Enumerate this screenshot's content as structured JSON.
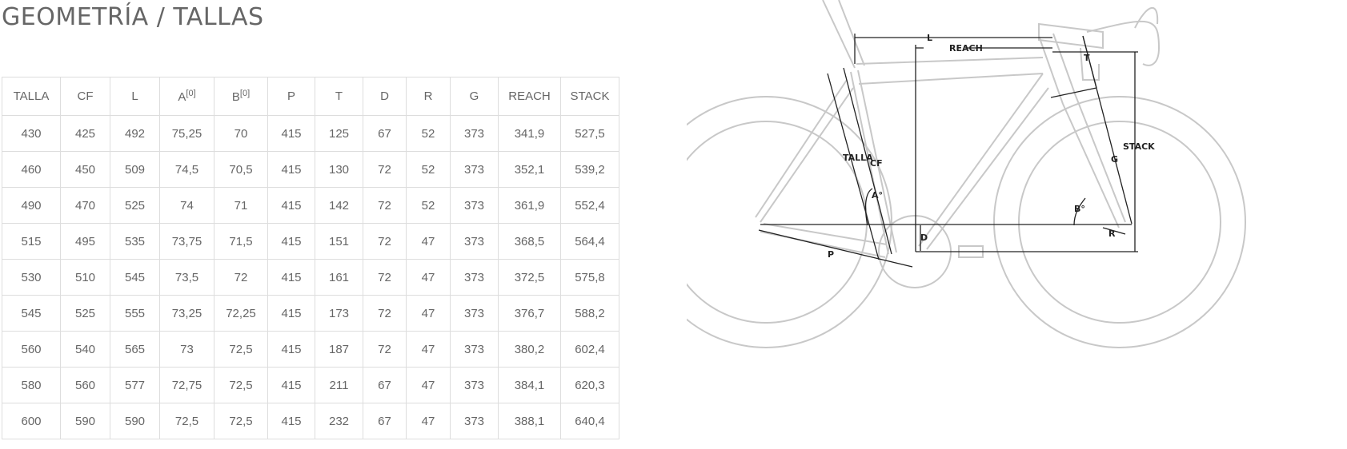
{
  "page": {
    "title": "GEOMETRÍA / TALLAS"
  },
  "table": {
    "headers": [
      {
        "label": "TALLA",
        "sup": ""
      },
      {
        "label": "CF",
        "sup": ""
      },
      {
        "label": "L",
        "sup": ""
      },
      {
        "label": "A",
        "sup": "[0]"
      },
      {
        "label": "B",
        "sup": "[0]"
      },
      {
        "label": "P",
        "sup": ""
      },
      {
        "label": "T",
        "sup": ""
      },
      {
        "label": "D",
        "sup": ""
      },
      {
        "label": "R",
        "sup": ""
      },
      {
        "label": "G",
        "sup": ""
      },
      {
        "label": "REACH",
        "sup": ""
      },
      {
        "label": "STACK",
        "sup": ""
      }
    ],
    "rows": [
      [
        "430",
        "425",
        "492",
        "75,25",
        "70",
        "415",
        "125",
        "67",
        "52",
        "373",
        "341,9",
        "527,5"
      ],
      [
        "460",
        "450",
        "509",
        "74,5",
        "70,5",
        "415",
        "130",
        "72",
        "52",
        "373",
        "352,1",
        "539,2"
      ],
      [
        "490",
        "470",
        "525",
        "74",
        "71",
        "415",
        "142",
        "72",
        "52",
        "373",
        "361,9",
        "552,4"
      ],
      [
        "515",
        "495",
        "535",
        "73,75",
        "71,5",
        "415",
        "151",
        "72",
        "47",
        "373",
        "368,5",
        "564,4"
      ],
      [
        "530",
        "510",
        "545",
        "73,5",
        "72",
        "415",
        "161",
        "72",
        "47",
        "373",
        "372,5",
        "575,8"
      ],
      [
        "545",
        "525",
        "555",
        "73,25",
        "72,25",
        "415",
        "173",
        "72",
        "47",
        "373",
        "376,7",
        "588,2"
      ],
      [
        "560",
        "540",
        "565",
        "73",
        "72,5",
        "415",
        "187",
        "72",
        "47",
        "373",
        "380,2",
        "602,4"
      ],
      [
        "580",
        "560",
        "577",
        "72,75",
        "72,5",
        "415",
        "211",
        "67",
        "47",
        "373",
        "384,1",
        "620,3"
      ],
      [
        "600",
        "590",
        "590",
        "72,5",
        "72,5",
        "415",
        "232",
        "67",
        "47",
        "373",
        "388,1",
        "640,4"
      ]
    ]
  },
  "diagram": {
    "labels": {
      "l": "L",
      "reach": "REACH",
      "t": "T",
      "stack": "STACK",
      "talla": "TALLA",
      "cf": "CF",
      "a": "A°",
      "b": "B°",
      "g": "G",
      "d": "D",
      "r": "R",
      "p": "P"
    },
    "colors": {
      "frame": "#c8c8c8",
      "dimension": "#222222"
    }
  }
}
